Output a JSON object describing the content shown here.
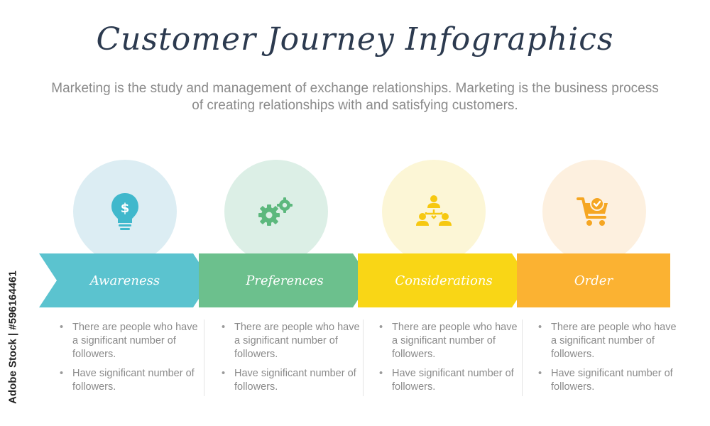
{
  "title": "Customer Journey Infographics",
  "subtitle": "Marketing is the study and management of exchange relationships. Marketing is the business process of creating relationships with and satisfying customers.",
  "stages": [
    {
      "label": "Awareness",
      "icon": "lightbulb-dollar-icon",
      "color": "#5bc3cf",
      "circle_color": "#dcedf3",
      "bullets": [
        "There are people who have a significant number of followers.",
        "Have significant number of followers."
      ]
    },
    {
      "label": "Preferences",
      "icon": "gears-icon",
      "color": "#6cc08d",
      "circle_color": "#dcefe6",
      "bullets": [
        "There are people who have a significant number of followers.",
        "Have significant number of followers."
      ]
    },
    {
      "label": "Considerations",
      "icon": "hierarchy-people-icon",
      "color": "#f9d616",
      "circle_color": "#fcf6d6",
      "bullets": [
        "There are people who have a significant number of followers.",
        "Have significant number of followers."
      ]
    },
    {
      "label": "Order",
      "icon": "shopping-cart-check-icon",
      "color": "#fbb232",
      "circle_color": "#fdf0df",
      "bullets": [
        "There are people who have a significant number of followers.",
        "Have significant number of followers."
      ]
    }
  ],
  "stock_id": "Adobe Stock | #596164461"
}
